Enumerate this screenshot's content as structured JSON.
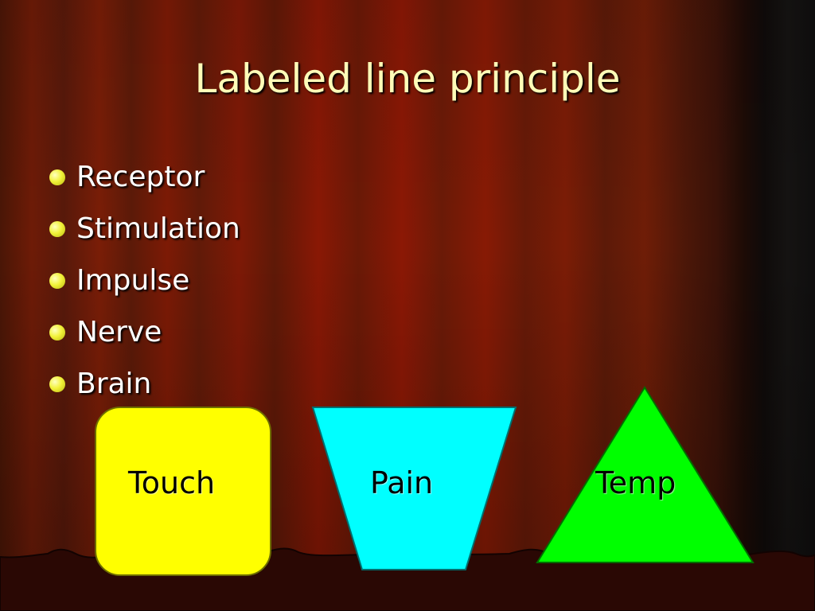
{
  "slide": {
    "title": "Labeled line principle",
    "bullets": [
      "Receptor",
      "Stimulation",
      "Impulse",
      "Nerve",
      "Brain"
    ],
    "shapes": {
      "touch": {
        "label": "Touch",
        "color": "#ffff00"
      },
      "pain": {
        "label": "Pain",
        "color": "#00ffff"
      },
      "temp": {
        "label": "Temp",
        "color": "#00ff00"
      }
    }
  },
  "colors": {
    "title": "#fffcb8",
    "bullet_dot": "#f2f23a",
    "text": "#ffffff"
  }
}
